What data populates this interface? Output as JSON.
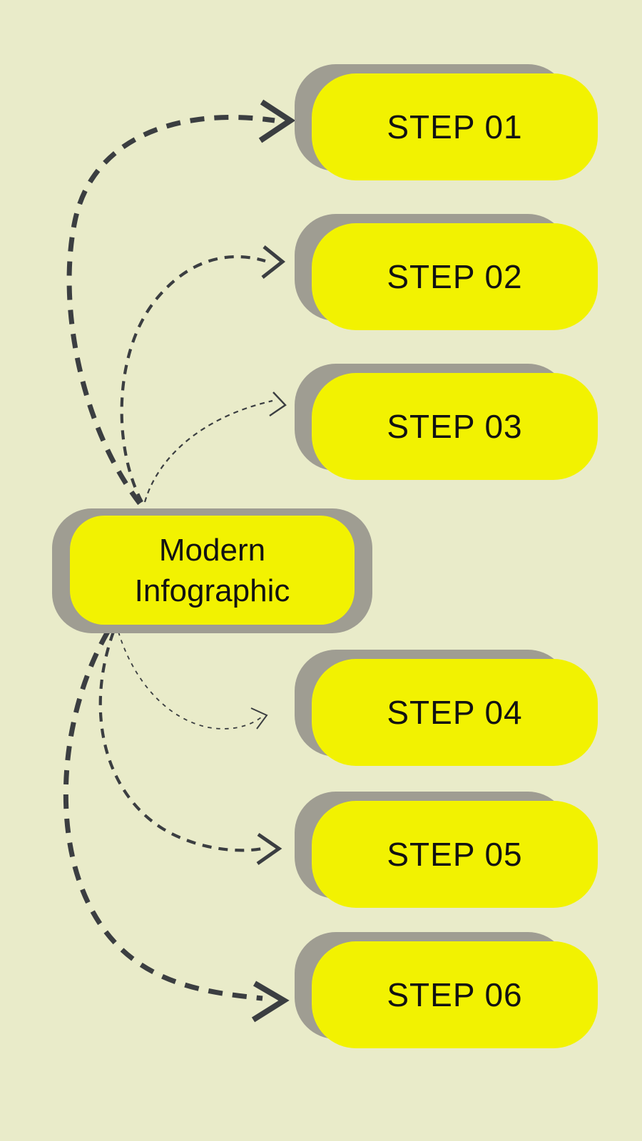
{
  "infographic": {
    "center": {
      "line1": "Modern",
      "line2": "Infographic"
    },
    "steps": [
      {
        "label": "STEP 01"
      },
      {
        "label": "STEP 02"
      },
      {
        "label": "STEP 03"
      },
      {
        "label": "STEP 04"
      },
      {
        "label": "STEP 05"
      },
      {
        "label": "STEP 06"
      }
    ],
    "arrow_style": "dashed-curved"
  },
  "colors": {
    "background": "#e9ebc9",
    "box_yellow": "#f2f201",
    "shadow_gray": "#9f9d92",
    "arrow_dark": "#3b3e41",
    "text_black": "#121212"
  }
}
